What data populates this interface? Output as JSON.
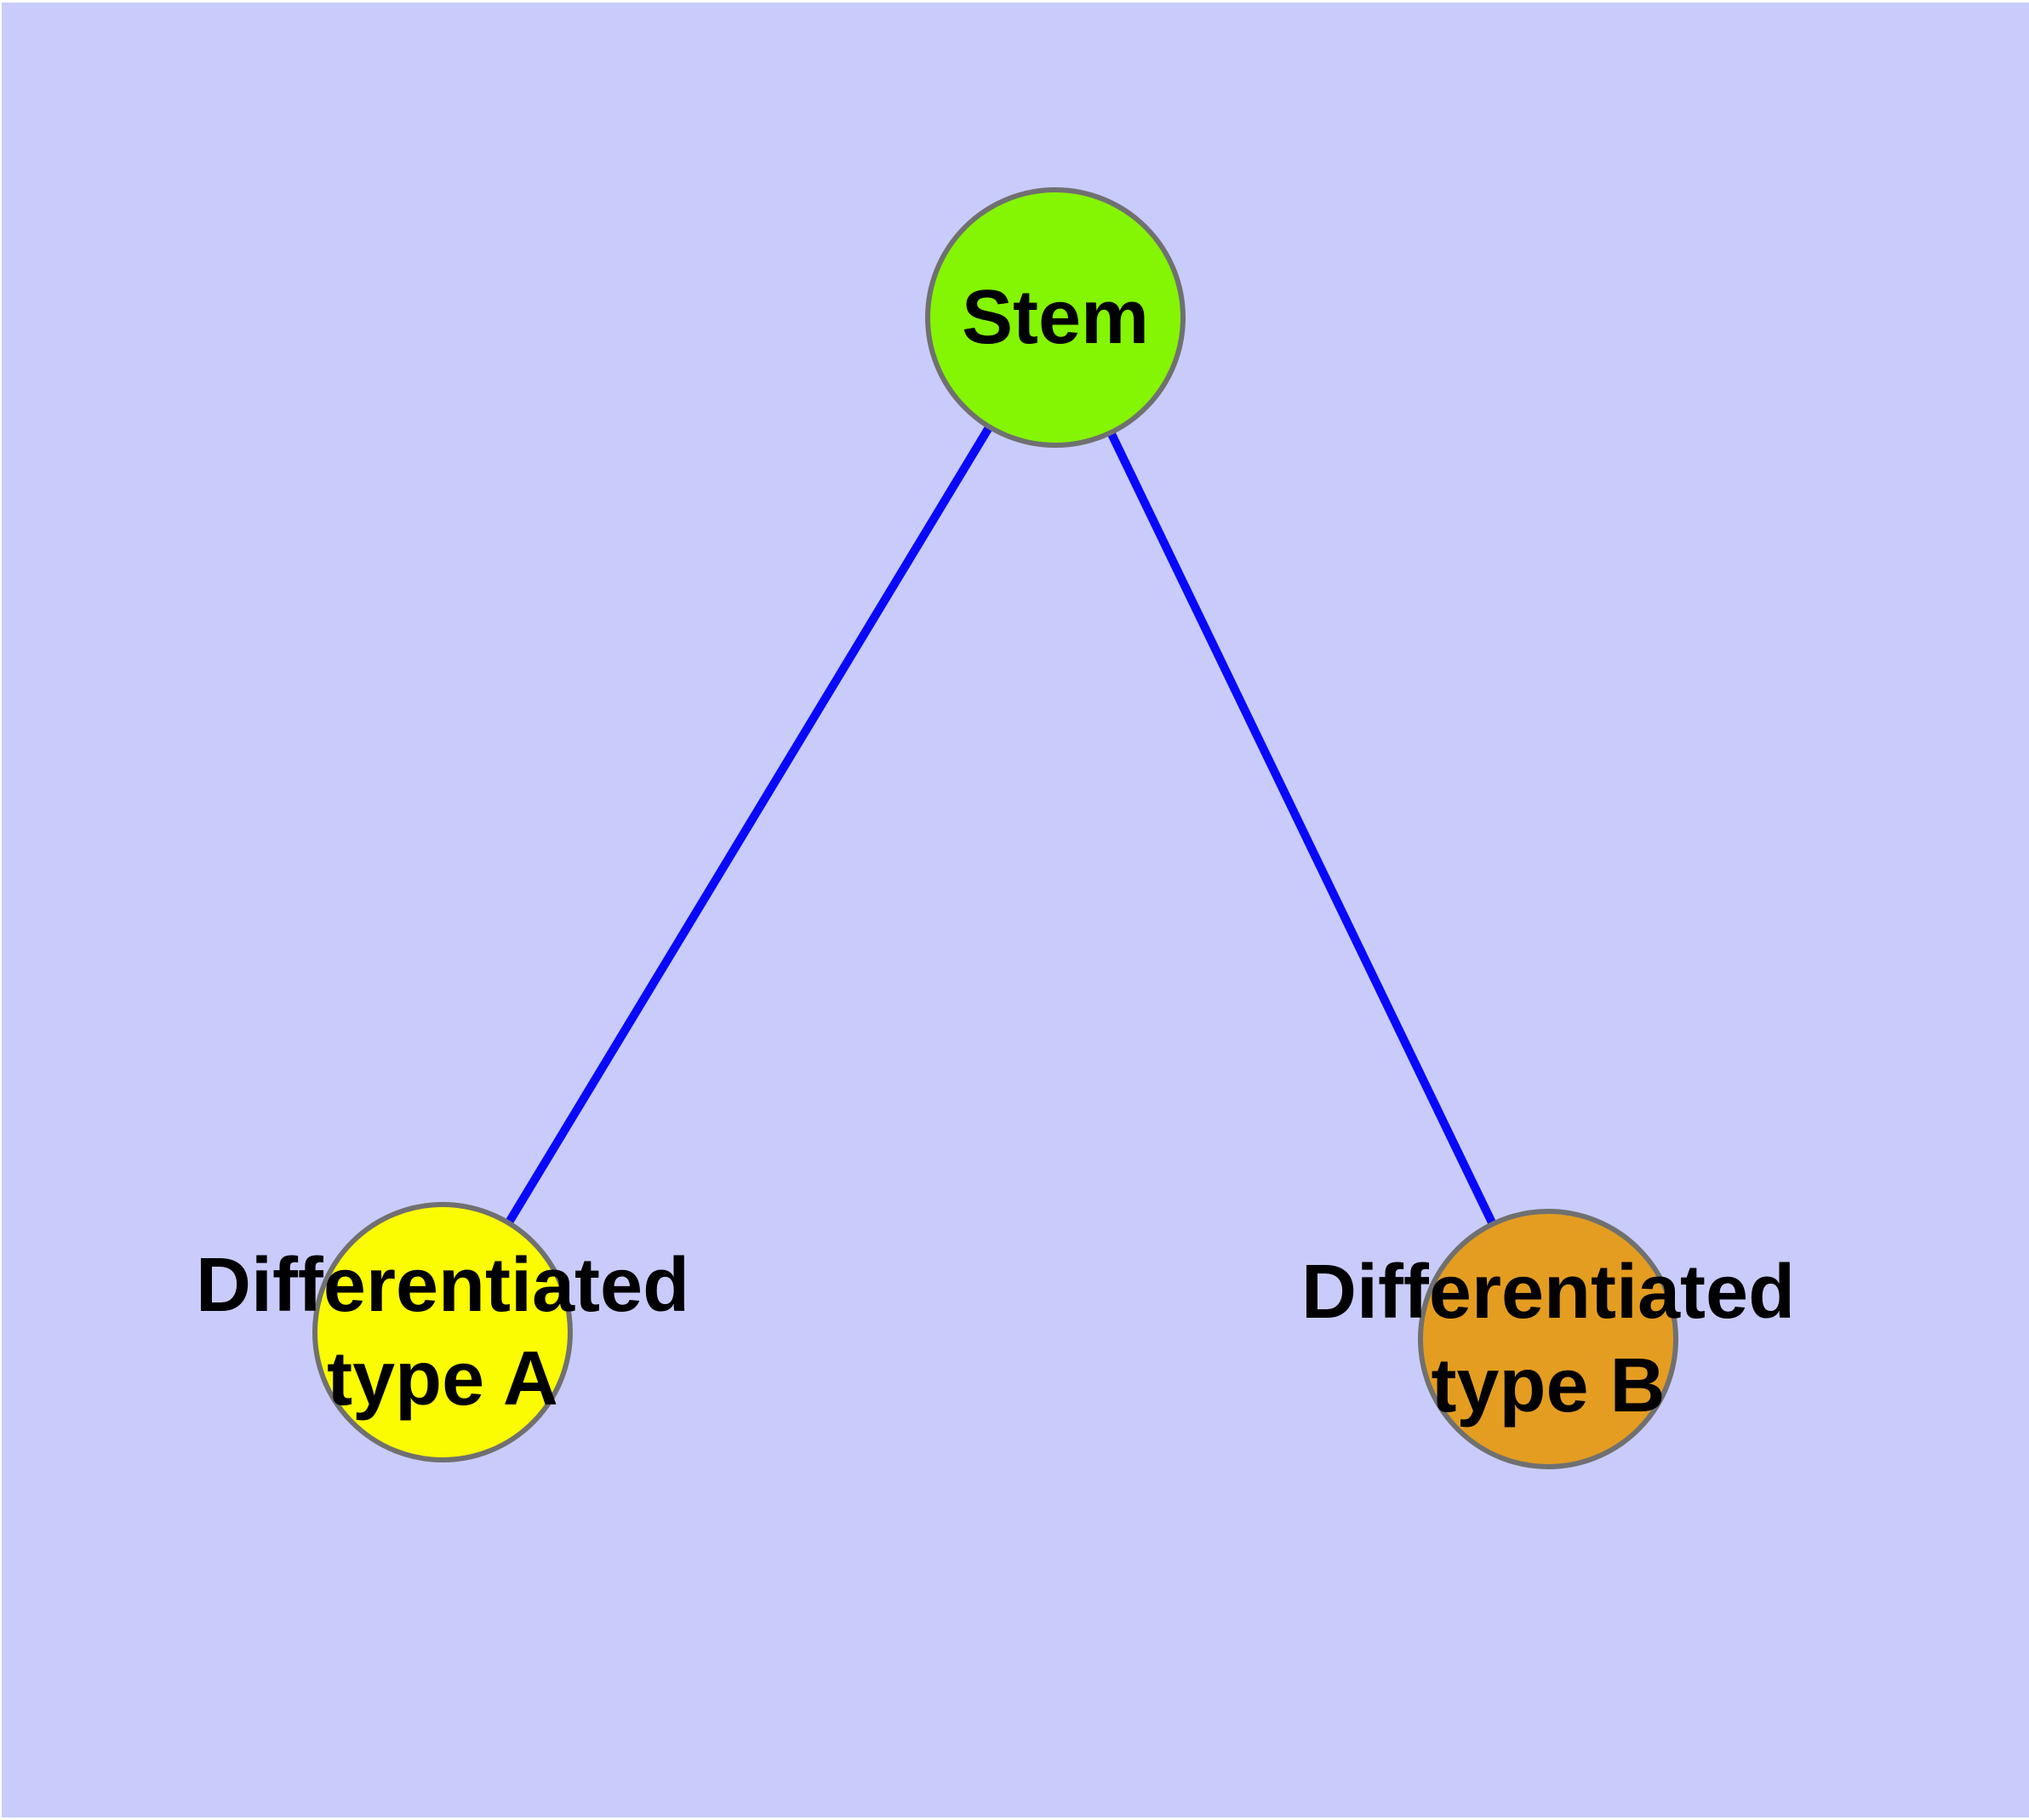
{
  "page": {
    "frame_background": "#ffffff",
    "canvas_background": "#c9ccfa"
  },
  "diagram": {
    "type": "node-link-graph",
    "nodes": [
      {
        "id": "stem",
        "lines": [
          "Stem"
        ],
        "fill": "#84f502",
        "stroke": "#707070",
        "text_color": "#000000"
      },
      {
        "id": "differentiated-type-a",
        "lines": [
          "Differentiated",
          "type A"
        ],
        "fill": "#fbfb01",
        "stroke": "#707070",
        "text_color": "#000000"
      },
      {
        "id": "differentiated-type-b",
        "lines": [
          "Differentiated",
          "type B"
        ],
        "fill": "#e49d20",
        "stroke": "#707070",
        "text_color": "#000000"
      }
    ],
    "edges": [
      {
        "id": "stem--differentiated-type-a",
        "from": "stem",
        "to": "differentiated-type-a",
        "color": "#0909fa"
      },
      {
        "id": "stem--differentiated-type-b",
        "from": "stem",
        "to": "differentiated-type-b",
        "color": "#0909fa"
      }
    ]
  }
}
